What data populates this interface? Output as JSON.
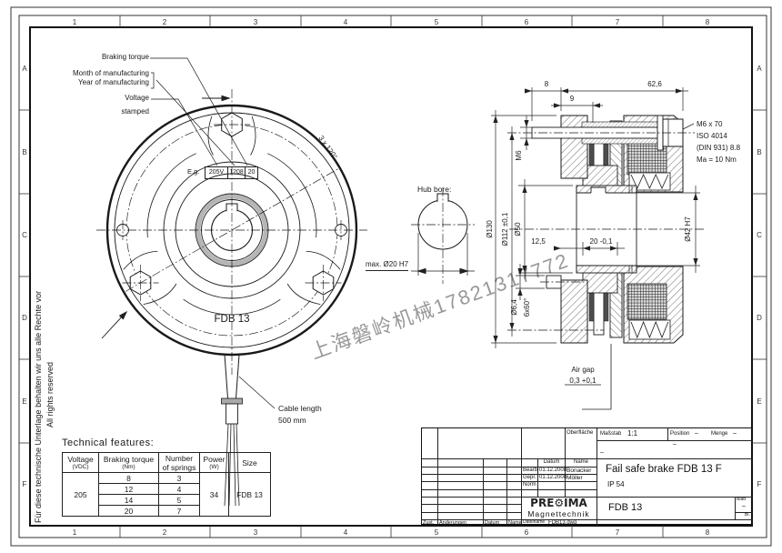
{
  "frame": {
    "cols": [
      "1",
      "2",
      "3",
      "4",
      "5",
      "6",
      "7",
      "8"
    ],
    "rows": [
      "A",
      "B",
      "C",
      "D",
      "E",
      "F"
    ]
  },
  "notes": {
    "rights_de": "Für diese technische Unterlage behalten wir uns alle Rechte vor",
    "rights_en": "All rights reserved",
    "watermark": "上海磐岭机械17821317772"
  },
  "front": {
    "braking_torque": "Braking torque",
    "month": "Month of manufacturing",
    "year": "Year of manufacturing",
    "voltage": "Voltage",
    "stamped": "stamped",
    "eg": "E.g.",
    "stamp": [
      "205V",
      "1208",
      "20"
    ],
    "pattern": "3 x 120°",
    "model": "FDB 13",
    "cable_line1": "Cable length",
    "cable_line2": "500 mm"
  },
  "hub": {
    "label": "Hub bore:",
    "max": "max. Ø20 H7"
  },
  "section": {
    "d8": "8",
    "d62": "62,6",
    "d9": "9",
    "m6": "M6",
    "d130": "Ø130",
    "d112": "Ø112 ±0,1",
    "d50": "Ø50",
    "d125": "12,5",
    "d20": "20 -0,1",
    "d42": "Ø42 H7",
    "d64": "Ø6,4",
    "d660": "6x60°",
    "air1": "Air gap",
    "air2": "0,3 +0,1",
    "note": [
      "M6 x 70",
      "ISO 4014",
      "(DIN 931) 8.8",
      "Ma = 10 Nm"
    ]
  },
  "tech": {
    "heading": "Technical features:",
    "headers": [
      {
        "l1": "Voltage",
        "l2": "(VDC)"
      },
      {
        "l1": "Braking torque",
        "l2": "(Nm)"
      },
      {
        "l1": "Number",
        "l2": "of springs"
      },
      {
        "l1": "Power",
        "l2": "(W)"
      },
      {
        "l1": "Size",
        "l2": ""
      }
    ],
    "voltage": "205",
    "torque": [
      "8",
      "12",
      "14",
      "20"
    ],
    "springs": [
      "3",
      "4",
      "5",
      "7"
    ],
    "power": "34",
    "size": "FDB 13"
  },
  "tb": {
    "oberflaeche": "Oberfläche",
    "massstab_l": "Maßstab",
    "massstab_v": "1:1",
    "position_l": "Position",
    "position_v": "–",
    "menge_l": "Menge",
    "menge_v": "–",
    "dash_mid": "–",
    "dash_left": "–",
    "col_datum": "Datum",
    "col_name": "Name",
    "bearb": "Bearb.",
    "bearb_datum": "01.12.2008",
    "bearb_name": "Bonacker",
    "gepr": "Gepr.",
    "gepr_datum": "01.12.2008",
    "gepr_name": "Möller",
    "norm": "Norm",
    "title": "Fail safe brake FDB 13 F",
    "ip": "IP 54",
    "logo": "PRE⚙IMA",
    "magnet": "Magnettechnik",
    "product": "FDB 13",
    "blatt_l": "Blatt",
    "blatt_v": "–",
    "bl": "Bl.",
    "zust": "Zust.",
    "aenderungen": "Änderungen",
    "datum": "Datum",
    "name": "Name",
    "datei_l": "Dateiname",
    "datei_v": "FDB13.dwg"
  }
}
